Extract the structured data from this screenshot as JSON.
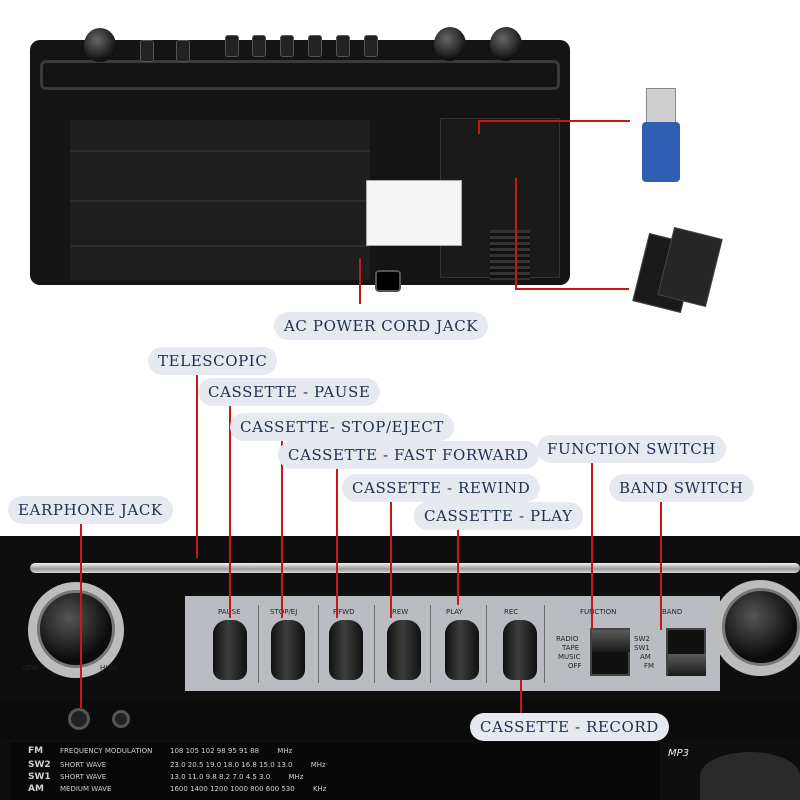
{
  "callouts": {
    "ac_power": "AC POWER CORD JACK",
    "telescopic": "TELESCOPIC",
    "pause": "CASSETTE - PAUSE",
    "stop_eject": "CASSETTE- STOP/EJECT",
    "fast_forward": "CASSETTE - FAST FORWARD",
    "rewind": "CASSETTE - REWIND",
    "play": "CASSETTE - PLAY",
    "function_switch": "FUNCTION SWITCH",
    "band_switch": "BAND SWITCH",
    "earphone_jack": "EARPHONE JACK",
    "record": "CASSETTE - RECORD"
  },
  "device_labels": {
    "pause": "PAUSE",
    "stop_ej": "STOP/EJ",
    "ffwd": "F.FWD",
    "rew": "REW",
    "play": "PLAY",
    "rec": "REC",
    "function": "FUNCTION",
    "band": "BAND",
    "low": "LOW",
    "high": "HIGH",
    "function_options": [
      "RADIO",
      "TAPE",
      "MUSIC",
      "OFF"
    ],
    "band_options": [
      "SW2",
      "SW1",
      "AM",
      "FM"
    ],
    "mp3_badge": "MP3"
  },
  "dial": [
    {
      "band": "FM",
      "name": "FREQUENCY MODULATION",
      "scale": "108  105  102   98   95   91   88",
      "unit": "MHz"
    },
    {
      "band": "SW2",
      "name": "SHORT WAVE",
      "scale": "23.0  20.5  19.0  18.0  16.8  15.0  13.0",
      "unit": "MHz"
    },
    {
      "band": "SW1",
      "name": "SHORT WAVE",
      "scale": "13.0  11.0  9.8  8.2  7.0  4.5  3.0",
      "unit": "MHz"
    },
    {
      "band": "AM",
      "name": "MEDIUM WAVE",
      "scale": "1600  1400  1200  1000  800  600  530",
      "unit": "KHz"
    }
  ],
  "colors": {
    "label_bg": "#e6e9f0",
    "label_text": "#1e2f4f",
    "pointer": "#c8161d",
    "usb_blue": "#2f5fb3"
  }
}
